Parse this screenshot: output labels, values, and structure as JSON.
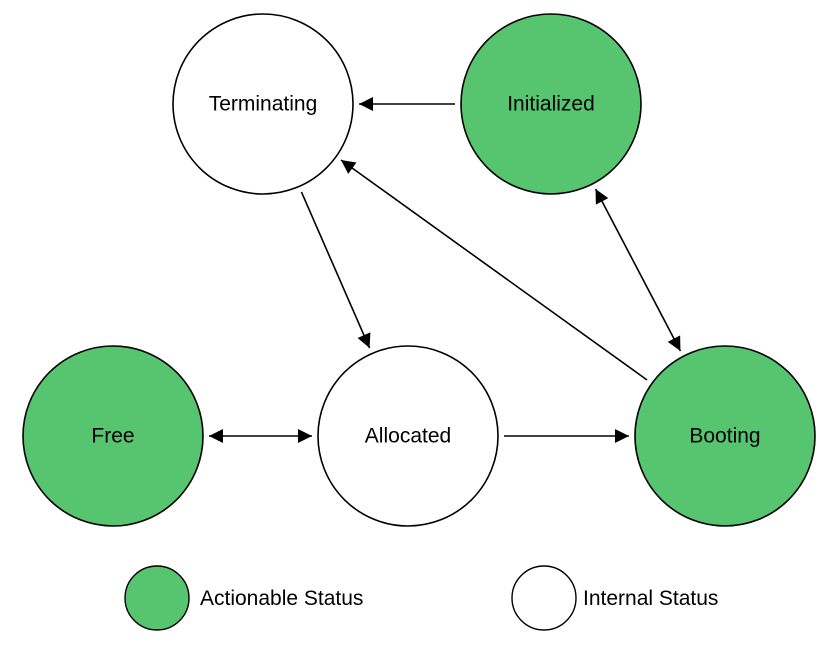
{
  "colors": {
    "actionable": "#57c470",
    "internal": "#ffffff",
    "stroke": "#000000"
  },
  "nodes": {
    "terminating": {
      "label": "Terminating",
      "kind": "internal"
    },
    "initialized": {
      "label": "Initialized",
      "kind": "actionable"
    },
    "free": {
      "label": "Free",
      "kind": "actionable"
    },
    "allocated": {
      "label": "Allocated",
      "kind": "internal"
    },
    "booting": {
      "label": "Booting",
      "kind": "actionable"
    }
  },
  "edges": [
    {
      "from": "initialized",
      "to": "terminating",
      "direction": "forward"
    },
    {
      "from": "terminating",
      "to": "allocated",
      "direction": "forward"
    },
    {
      "from": "booting",
      "to": "terminating",
      "direction": "forward"
    },
    {
      "from": "initialized",
      "to": "booting",
      "direction": "both"
    },
    {
      "from": "free",
      "to": "allocated",
      "direction": "both"
    },
    {
      "from": "allocated",
      "to": "booting",
      "direction": "forward"
    }
  ],
  "legend": {
    "actionable": {
      "label": "Actionable Status"
    },
    "internal": {
      "label": "Internal Status"
    }
  }
}
